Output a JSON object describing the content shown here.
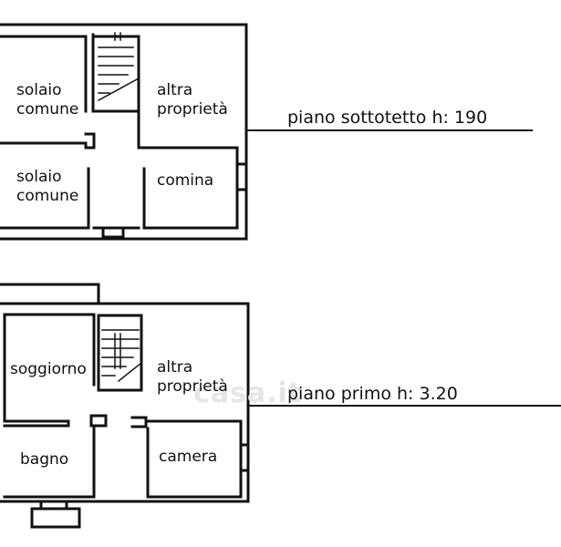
{
  "floors": [
    {
      "level_label": "piano sottotetto h: 190",
      "rooms": [
        {
          "label": "solaio",
          "label2": "comune"
        },
        {
          "label": "altra",
          "label2": "proprietà"
        },
        {
          "label": "solaio",
          "label2": "comune"
        },
        {
          "label": "comina"
        }
      ]
    },
    {
      "level_label": "piano primo h: 3.20",
      "rooms": [
        {
          "label": "soggiorno"
        },
        {
          "label": "altra",
          "label2": "proprietà"
        },
        {
          "label": "bagno"
        },
        {
          "label": "camera"
        }
      ]
    }
  ],
  "watermark": "casa.it",
  "colors": {
    "wall": "#111111",
    "background": "#ffffff",
    "watermark": "#e6e6e6"
  }
}
